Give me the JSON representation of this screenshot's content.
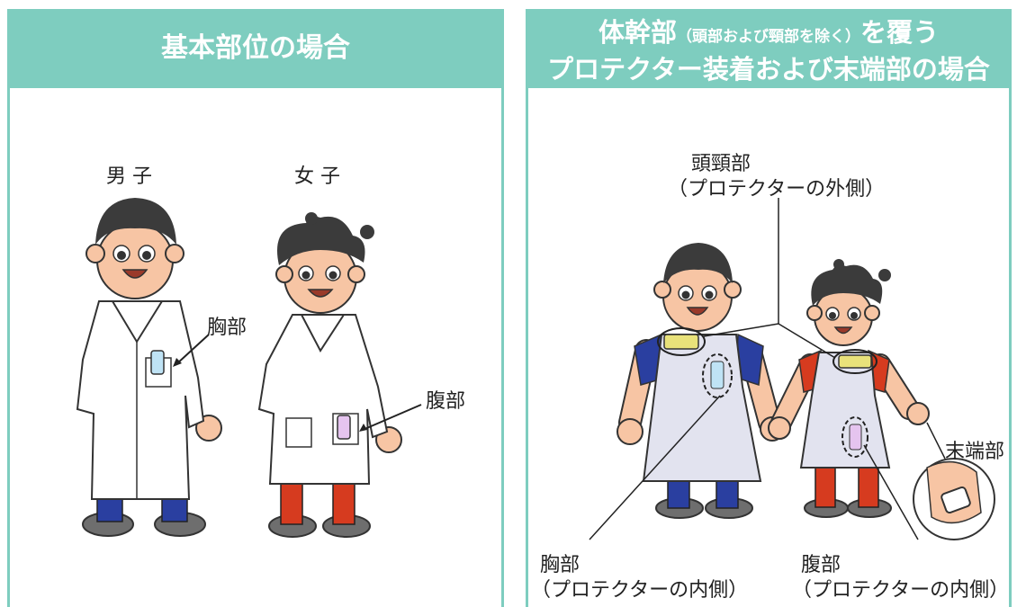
{
  "left_panel": {
    "title": "基本部位の場合",
    "labels": {
      "male": "男 子",
      "female": "女 子",
      "chest": "胸部",
      "abdomen": "腹部"
    }
  },
  "right_panel": {
    "title_line1_main": "体幹部",
    "title_line1_small": "（頭部および頸部を除く）",
    "title_line1_end": "を覆う",
    "title_line2": "プロテクター装着および末端部の場合",
    "labels": {
      "head_neck": "頭頸部",
      "head_neck_note": "（プロテクターの外側）",
      "extremity": "末端部",
      "chest": "胸部",
      "chest_note": "（プロテクターの内側）",
      "abdomen": "腹部",
      "abdomen_note": "（プロテクターの内側）"
    }
  },
  "colors": {
    "header_teal": "#7ecdbf",
    "skin": "#f7c5a4",
    "hair": "#3b3b3b",
    "pants_male": "#2a3fa0",
    "pants_female": "#d63b1f",
    "apron": "#e2e3ef",
    "badge": "#e9e27a"
  }
}
